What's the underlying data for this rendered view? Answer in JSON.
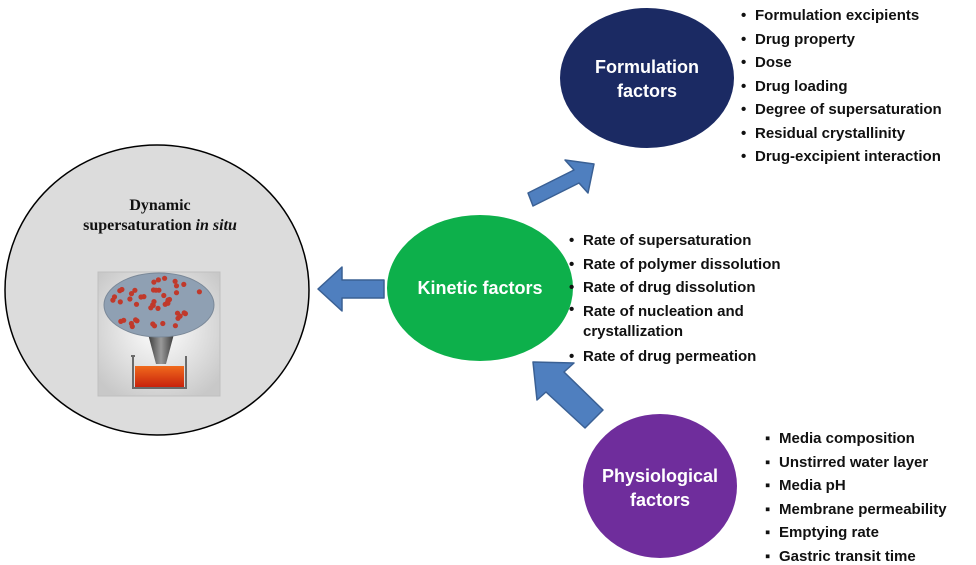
{
  "colors": {
    "formulation": "#1b2a63",
    "kinetic": "#0db04b",
    "physiological": "#6f2d9c",
    "dynamic_fill": "#dcdcdc",
    "arrow": "#4f7fbf",
    "arrow_edge": "#3a6094"
  },
  "formulation": {
    "title_line1": "Formulation",
    "title_line2": "factors",
    "items": [
      "Formulation excipients",
      "Drug property",
      "Dose",
      "Drug loading",
      "Degree of supersaturation",
      "Residual crystallinity",
      "Drug-excipient interaction"
    ]
  },
  "kinetic": {
    "title": "Kinetic factors",
    "items": [
      "Rate of supersaturation",
      "Rate of polymer dissolution",
      "Rate of drug dissolution",
      "Rate of nucleation and crystallization",
      "Rate of drug permeation"
    ]
  },
  "physiological": {
    "title_line1": "Physiological",
    "title_line2": "factors",
    "items": [
      "Media composition",
      "Unstirred water layer",
      "Media pH",
      "Membrane permeability",
      "Emptying rate",
      "Gastric transit time"
    ]
  },
  "dynamic": {
    "line1": "Dynamic",
    "line2": "supersaturation",
    "line2_italic": "in situ"
  }
}
